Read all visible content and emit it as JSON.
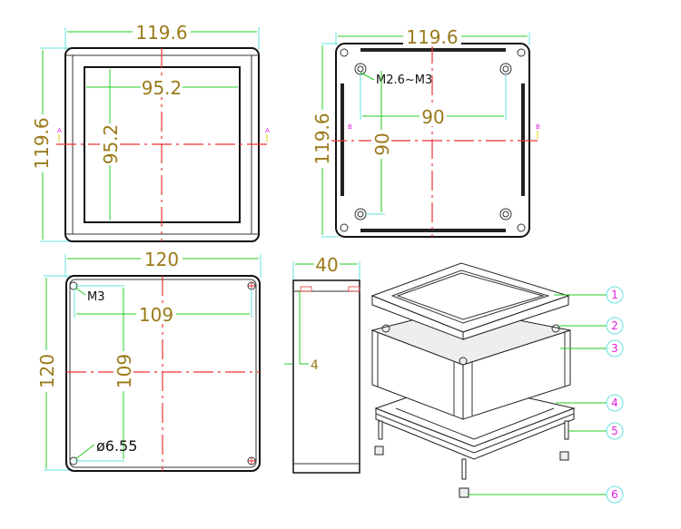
{
  "top_view": {
    "width_dim": "119.6",
    "height_dim": "119.6",
    "window_width_dim": "95.2",
    "window_height_dim": "95.2",
    "section_mark_left": "A",
    "section_mark_right": "A"
  },
  "bottom_view": {
    "width_dim": "119.6",
    "height_dim": "119.6",
    "hole_note": "M2.6~M3",
    "hole_spacing_x": "90",
    "hole_spacing_y": "90",
    "section_mark_left": "B",
    "section_mark_right": "B"
  },
  "base_view": {
    "width_dim": "120",
    "height_dim": "120",
    "hole_spacing_x": "109",
    "hole_spacing_y": "109",
    "screw_note": "M3",
    "diameter_note": "ø6.55"
  },
  "side_view": {
    "height_dim": "40",
    "offset_dim": "4"
  },
  "exploded_view": {
    "balloons": [
      "1",
      "2",
      "3",
      "4",
      "5",
      "6"
    ]
  },
  "colors": {
    "dimension_text": "#9a7a1a",
    "dimension_line": "#22cc22",
    "center_line": "#ee3333",
    "balloon": "#e020e0"
  }
}
